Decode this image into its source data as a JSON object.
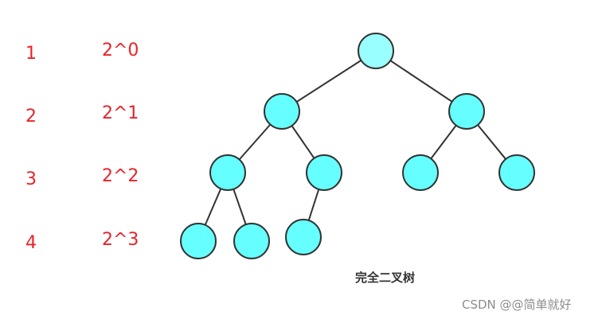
{
  "levels": [
    {
      "num": "1",
      "power": "2^0"
    },
    {
      "num": "2",
      "power": "2^1"
    },
    {
      "num": "3",
      "power": "2^2"
    },
    {
      "num": "4",
      "power": "2^3"
    }
  ],
  "caption": "完全二叉树",
  "watermark": "CSDN @@简单就好",
  "colors": {
    "label_red": "#e8232b",
    "node_fill": "#66ffff",
    "root_fill": "#99ffff",
    "stroke": "#333333"
  },
  "tree": {
    "nodes": [
      {
        "id": "n0",
        "level": 0
      },
      {
        "id": "n1",
        "level": 1,
        "parent": "n0"
      },
      {
        "id": "n2",
        "level": 1,
        "parent": "n0"
      },
      {
        "id": "n3",
        "level": 2,
        "parent": "n1"
      },
      {
        "id": "n4",
        "level": 2,
        "parent": "n1"
      },
      {
        "id": "n5",
        "level": 2,
        "parent": "n2"
      },
      {
        "id": "n6",
        "level": 2,
        "parent": "n2"
      },
      {
        "id": "n7",
        "level": 3,
        "parent": "n3"
      },
      {
        "id": "n8",
        "level": 3,
        "parent": "n3"
      },
      {
        "id": "n9",
        "level": 3,
        "parent": "n4"
      }
    ]
  }
}
